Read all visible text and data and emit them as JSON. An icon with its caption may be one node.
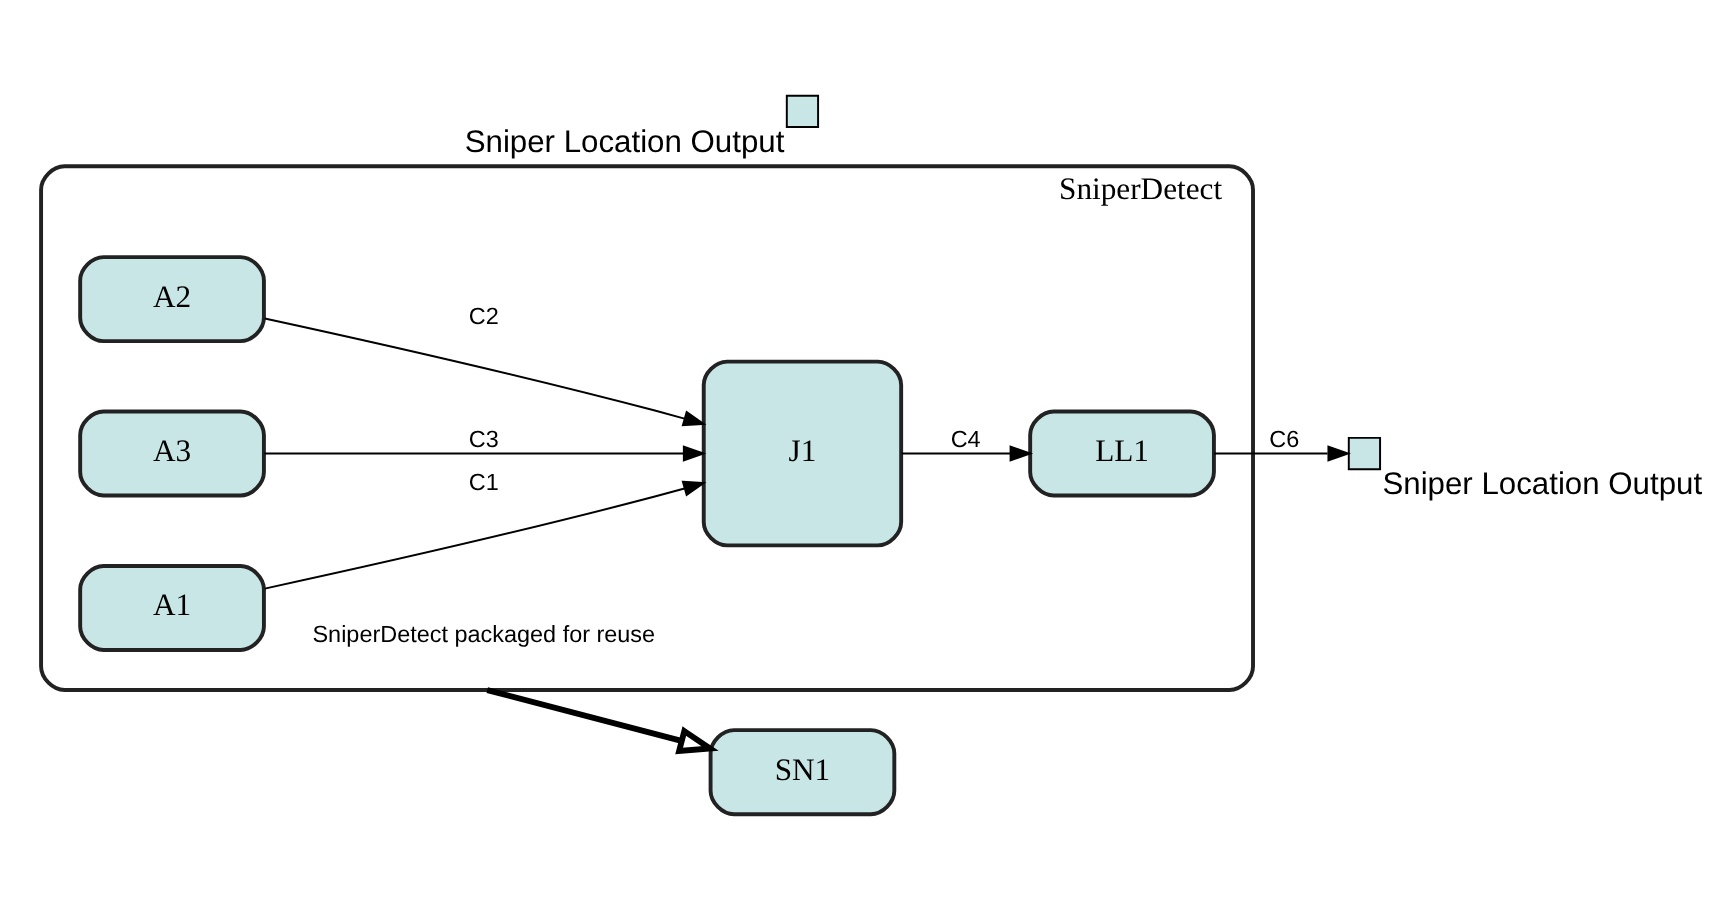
{
  "diagram": {
    "nodes": [
      {
        "text": [
          "SniperDetect"
        ]
      },
      {
        "text": [
          "A1"
        ],
        "in": 0
      },
      {
        "text": [
          "A2"
        ],
        "in": 0
      },
      {
        "text": [
          "A3"
        ],
        "in": 0
      },
      {
        "text": [
          "J1"
        ],
        "in": 0
      },
      {
        "text": [
          "LL1"
        ],
        "in": 0
      },
      {
        "text": [],
        "shape": "box",
        "beside": [
          "Sniper Location Output"
        ]
      },
      {
        "text": [
          "SN1"
        ]
      },
      {
        "text": [],
        "shape": "box",
        "beside": [
          "Sniper Location Output"
        ]
      }
    ],
    "edges": [
      {
        "from": 1,
        "to": 4,
        "arrow": "to",
        "label": "C1"
      },
      {
        "from": 2,
        "to": 4,
        "arrow": "to",
        "label": "C2"
      },
      {
        "from": 3,
        "to": 4,
        "arrow": "to",
        "label": "C3"
      },
      {
        "from": 4,
        "to": 5,
        "arrow": "to",
        "label": "C4"
      },
      {
        "from": 5,
        "to": 6,
        "arrow": "to",
        "label": "C6"
      },
      {
        "from": 0,
        "to": 7,
        "arrow": "to",
        "label": "SniperDetect packaged for reuse",
        "style": "thick"
      }
    ]
  }
}
